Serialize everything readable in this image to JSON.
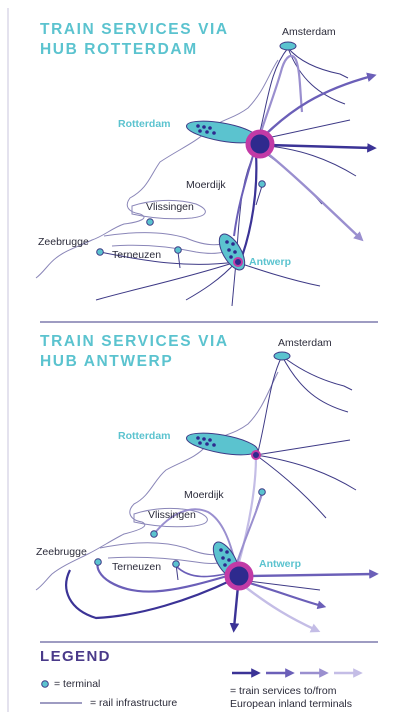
{
  "panels": [
    {
      "title_line1": "TRAIN SERVICES VIA",
      "title_line2": "HUB ROTTERDAM",
      "cities": {
        "amsterdam": "Amsterdam",
        "rotterdam": "Rotterdam",
        "moerdijk": "Moerdijk",
        "vlissingen": "Vlissingen",
        "zeebrugge": "Zeebrugge",
        "terneuzen": "Terneuzen",
        "antwerp": "Antwerp"
      }
    },
    {
      "title_line1": "TRAIN SERVICES VIA",
      "title_line2": "HUB ANTWERP",
      "cities": {
        "amsterdam": "Amsterdam",
        "rotterdam": "Rotterdam",
        "moerdijk": "Moerdijk",
        "vlissingen": "Vlissingen",
        "zeebrugge": "Zeebrugge",
        "terneuzen": "Terneuzen",
        "antwerp": "Antwerp"
      }
    }
  ],
  "legend": {
    "title": "LEGEND",
    "terminal": "= terminal",
    "rail": "= rail infrastructure",
    "services_line1": "= train services to/from",
    "services_line2": "European inland terminals"
  },
  "colors": {
    "terminal_fill": "#5bc3cf",
    "hub_ring": "#c23aa6",
    "hub_core": "#2e2a8e",
    "rail": "#3e3a86",
    "coast": "#8a86b8",
    "service_1": "#3b3396",
    "service_2": "#6b5fb8",
    "service_3": "#9a8fcf",
    "service_4": "#c4bde6",
    "title": "#5bc3cf",
    "legend_title": "#4a3a8a"
  }
}
